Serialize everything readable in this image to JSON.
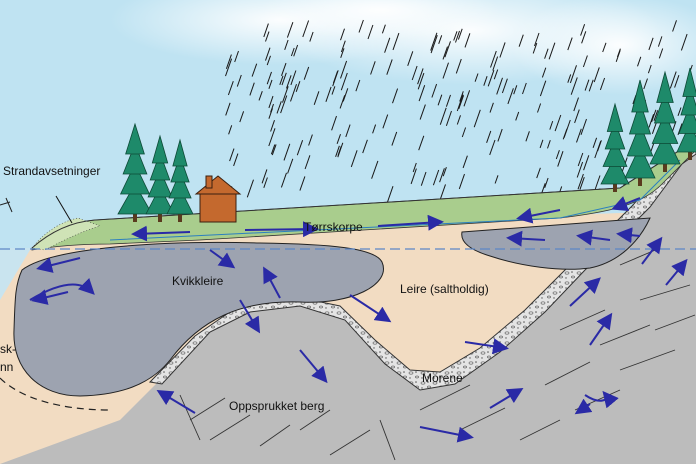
{
  "labels": {
    "strandavsetninger": "Strandavsetninger",
    "torrskorpe": "Tørrskorpe",
    "kvikkleire": "Kvikkleire",
    "leire": "Leire (saltholdig)",
    "morene": "Morene",
    "berg": "Oppsprukket berg",
    "left_cut_1": "sk-",
    "left_cut_2": "nn"
  },
  "colors": {
    "sky": "#bfe3f2",
    "sea": "#c9e4ef",
    "clay": "#f2dcc2",
    "quick_clay": "#9da3b0",
    "dry_crust": "#a9cd8d",
    "bedrock": "#bcbcbc",
    "moraine": "#e4e4e4",
    "arrow": "#2a2aa6",
    "tree": "#1e8a6a",
    "house": "#c4692e",
    "water_table": "#5b86c7"
  },
  "icons": [
    "tree-icon",
    "house-icon",
    "rain-icon",
    "flow-arrow-icon"
  ]
}
